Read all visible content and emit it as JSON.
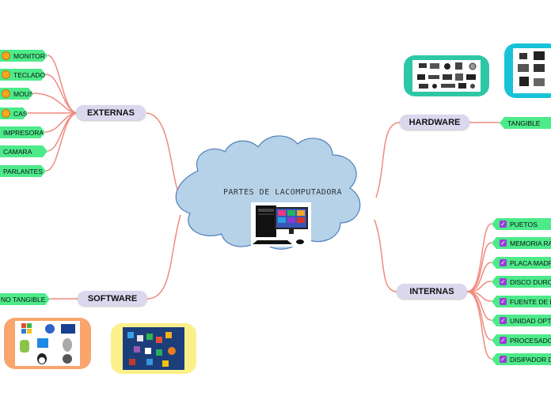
{
  "central": {
    "title": "PARTES DE LACOMPUTADORA",
    "image": "desktop-computer-icon"
  },
  "branches": {
    "externas": {
      "label": "EXTERNAS",
      "items": [
        "MONITOR",
        "TECLADO",
        "MOUSE",
        "CASE",
        "IMPRESORA",
        "CAMARA",
        "PARLANTES"
      ]
    },
    "software": {
      "label": "SOFTWARE",
      "items": [
        "NO TANGIBLE"
      ]
    },
    "hardware": {
      "label": "HARDWARE",
      "items": [
        "TANGIBLE"
      ]
    },
    "internas": {
      "label": "INTERNAS",
      "items": [
        "PUETOS",
        "MEMORIA RA",
        "PLACA MADR",
        "DISCO DURO",
        "FUENTE DE P",
        "UNIDAD OPT",
        "PROCESADO",
        "DISIPADOR D"
      ]
    }
  },
  "images": {
    "hardware_a": "hardware-devices-image",
    "hardware_b": "peripherals-image",
    "software_a": "operating-systems-logos-image",
    "software_b": "app-icons-image"
  },
  "colors": {
    "cloud": "#b6d2e8",
    "cloud_border": "#4f7ebb",
    "topic": "#dcd7ee",
    "leaf": "#4dea8a",
    "connector": "#f08a7e",
    "frame_teal": "#2dc7a6",
    "frame_cyan": "#18c3d8",
    "frame_orange": "#f9a56d",
    "frame_yellow": "#fbf08a"
  }
}
